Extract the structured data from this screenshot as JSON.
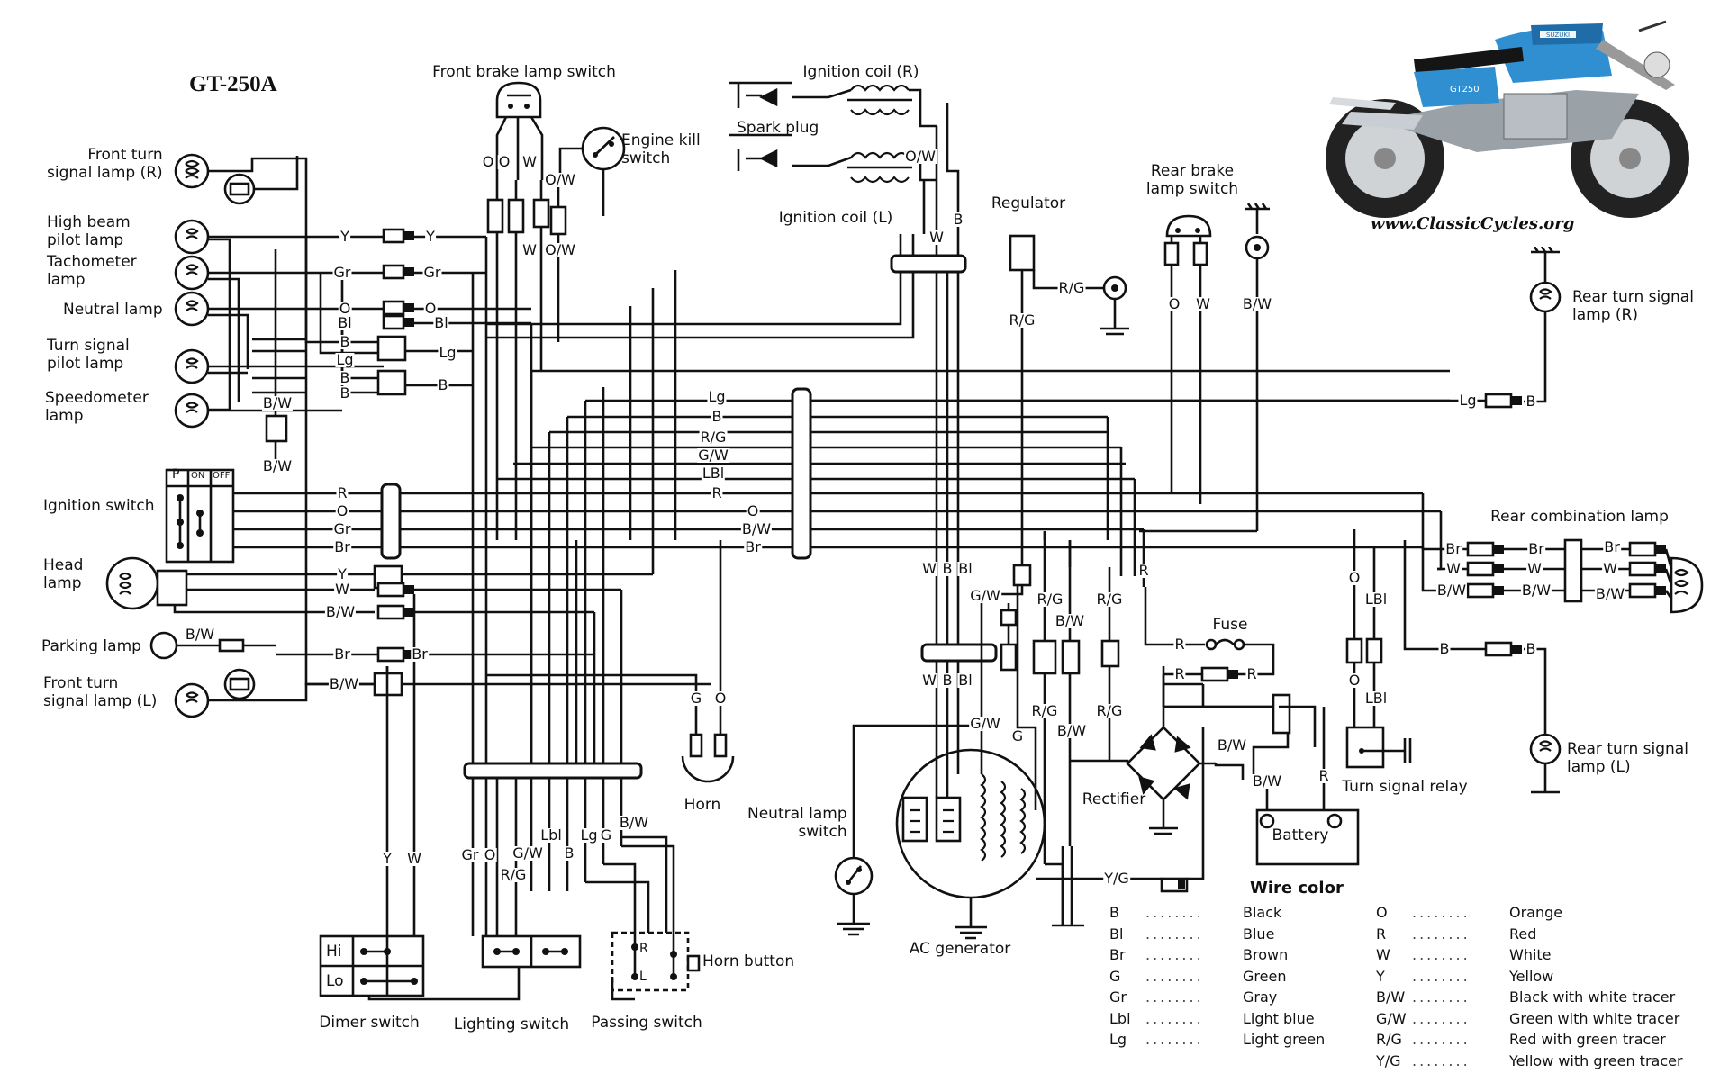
{
  "model": "GT-250A",
  "credit": "www.ClassicCycles.org",
  "photo": {
    "badge": "SUZUKI",
    "panel_text": "GT250"
  },
  "components": {
    "front_brake_lamp_switch": "Front brake lamp switch",
    "engine_kill_switch": "Engine kill\nswitch",
    "ignition_coil_r": "Ignition coil (R)",
    "spark_plug": "Spark plug",
    "ignition_coil_l": "Ignition coil (L)",
    "regulator": "Regulator",
    "rear_brake_lamp_switch": "Rear brake\nlamp switch",
    "front_turn_signal_r": "Front turn\nsignal lamp (R)",
    "high_beam_pilot": "High beam\npilot lamp",
    "tachometer_lamp": "Tachometer\nlamp",
    "neutral_lamp": "Neutral lamp",
    "turn_signal_pilot": "Turn signal\npilot lamp",
    "speedometer_lamp": "Speedometer\nlamp",
    "ignition_switch": "Ignition switch",
    "head_lamp": "Head\nlamp",
    "parking_lamp": "Parking lamp",
    "front_turn_signal_l": "Front turn\nsignal lamp (L)",
    "horn": "Horn",
    "neutral_lamp_switch": "Neutral lamp\nswitch",
    "ac_generator": "AC generator",
    "rectifier": "Rectifier",
    "fuse": "Fuse",
    "battery": "Battery",
    "turn_signal_relay": "Turn signal relay",
    "rear_turn_signal_r": "Rear turn signal\nlamp (R)",
    "rear_combination_lamp": "Rear combination lamp",
    "rear_turn_signal_l": "Rear turn signal\nlamp (L)",
    "dimmer_switch": "Dimer switch",
    "lighting_switch": "Lighting switch",
    "passing_switch": "Passing switch",
    "horn_button": "Horn button"
  },
  "ignition_switch_cols": [
    "P",
    "ON",
    "OFF"
  ],
  "dimmer_positions": [
    "Hi",
    "Lo"
  ],
  "passing_positions": [
    "R",
    "L"
  ],
  "wire_color_legend": {
    "title": "Wire color",
    "entries": [
      {
        "code": "B",
        "name": "Black"
      },
      {
        "code": "Bl",
        "name": "Blue"
      },
      {
        "code": "Br",
        "name": "Brown"
      },
      {
        "code": "G",
        "name": "Green"
      },
      {
        "code": "Gr",
        "name": "Gray"
      },
      {
        "code": "Lbl",
        "name": "Light blue"
      },
      {
        "code": "Lg",
        "name": "Light green"
      },
      {
        "code": "O",
        "name": "Orange"
      },
      {
        "code": "R",
        "name": "Red"
      },
      {
        "code": "W",
        "name": "White"
      },
      {
        "code": "Y",
        "name": "Yellow"
      },
      {
        "code": "B/W",
        "name": "Black with white tracer"
      },
      {
        "code": "G/W",
        "name": "Green with white tracer"
      },
      {
        "code": "R/G",
        "name": "Red with green tracer"
      },
      {
        "code": "Y/G",
        "name": "Yellow with green tracer"
      }
    ]
  },
  "wire_labels": {
    "y1": "Y",
    "y2": "Y",
    "gr1": "Gr",
    "gr2": "Gr",
    "o1": "O",
    "o2": "O",
    "bl1": "Bl",
    "bl2": "Bl",
    "b1": "B",
    "lg1": "Lg",
    "lg2": "Lg",
    "b2": "B",
    "b3": "B",
    "b4": "B",
    "bw_pilot1": "B/W",
    "bw_pilot2": "B/W",
    "ign_r": "R",
    "ign_o": "O",
    "ign_gr": "Gr",
    "ign_br": "Br",
    "head_y": "Y",
    "head_w": "W",
    "head_bw": "B/W",
    "park_bw": "B/W",
    "park_br1": "Br",
    "park_br2": "Br",
    "ftl_bw": "B/W",
    "brake_o1": "O",
    "brake_o2": "O",
    "brake_w1": "W",
    "brake_w2": "W",
    "kill_ow1": "O/W",
    "kill_ow2": "O/W",
    "coil_ow": "O/W",
    "coil_w": "W",
    "coil_b": "B",
    "bus_lg": "Lg",
    "bus_b": "B",
    "bus_rg": "R/G",
    "bus_gw": "G/W",
    "bus_lbl": "LBl",
    "bus_r": "R",
    "bus_o": "O",
    "bus_bw": "B/W",
    "bus_br": "Br",
    "reg_rg1": "R/G",
    "reg_rg2": "R/G",
    "rbs_o": "O",
    "rbs_w": "W",
    "bw_rear": "B/W",
    "rtr_lg": "Lg",
    "rtr_b": "B",
    "rcl_br1": "Br",
    "rcl_br2": "Br",
    "rcl_br3": "Br",
    "rcl_w1": "W",
    "rcl_w2": "W",
    "rcl_w3": "W",
    "rcl_bw1": "B/W",
    "rcl_bw2": "B/W",
    "rcl_bw3": "B/W",
    "gen_w1": "W",
    "gen_b1": "B",
    "gen_bl1": "Bl",
    "gen_w2": "W",
    "gen_b2": "B",
    "gen_bl2": "Bl",
    "gen_gw1": "G/W",
    "gen_gw2": "G/W",
    "gen_g": "G",
    "rg_a": "R/G",
    "bw_a": "B/W",
    "rg_b": "R/G",
    "rg_c": "R/G",
    "rg_d": "R/G",
    "bw_b": "B/W",
    "r_a": "R",
    "fuse_r1": "R",
    "fuse_r2": "R",
    "fuse_r3": "R",
    "bat_r": "R",
    "bat_bw1": "B/W",
    "bat_bw2": "B/W",
    "yg": "Y/G",
    "relay_o1": "O",
    "relay_lbl1": "LBl",
    "relay_o2": "O",
    "relay_lbl2": "LBl",
    "rtl_b1": "B",
    "rtl_b2": "B",
    "horn_g": "G",
    "horn_o": "O",
    "dim_y": "Y",
    "dim_w": "W",
    "ls_gr": "Gr",
    "ls_o": "O",
    "ls_gw": "G/W",
    "ls_rg": "R/G",
    "ps_lbl": "Lbl",
    "ps_b": "B",
    "ps_lg": "Lg",
    "ps_g": "G",
    "ps_bw": "B/W"
  }
}
